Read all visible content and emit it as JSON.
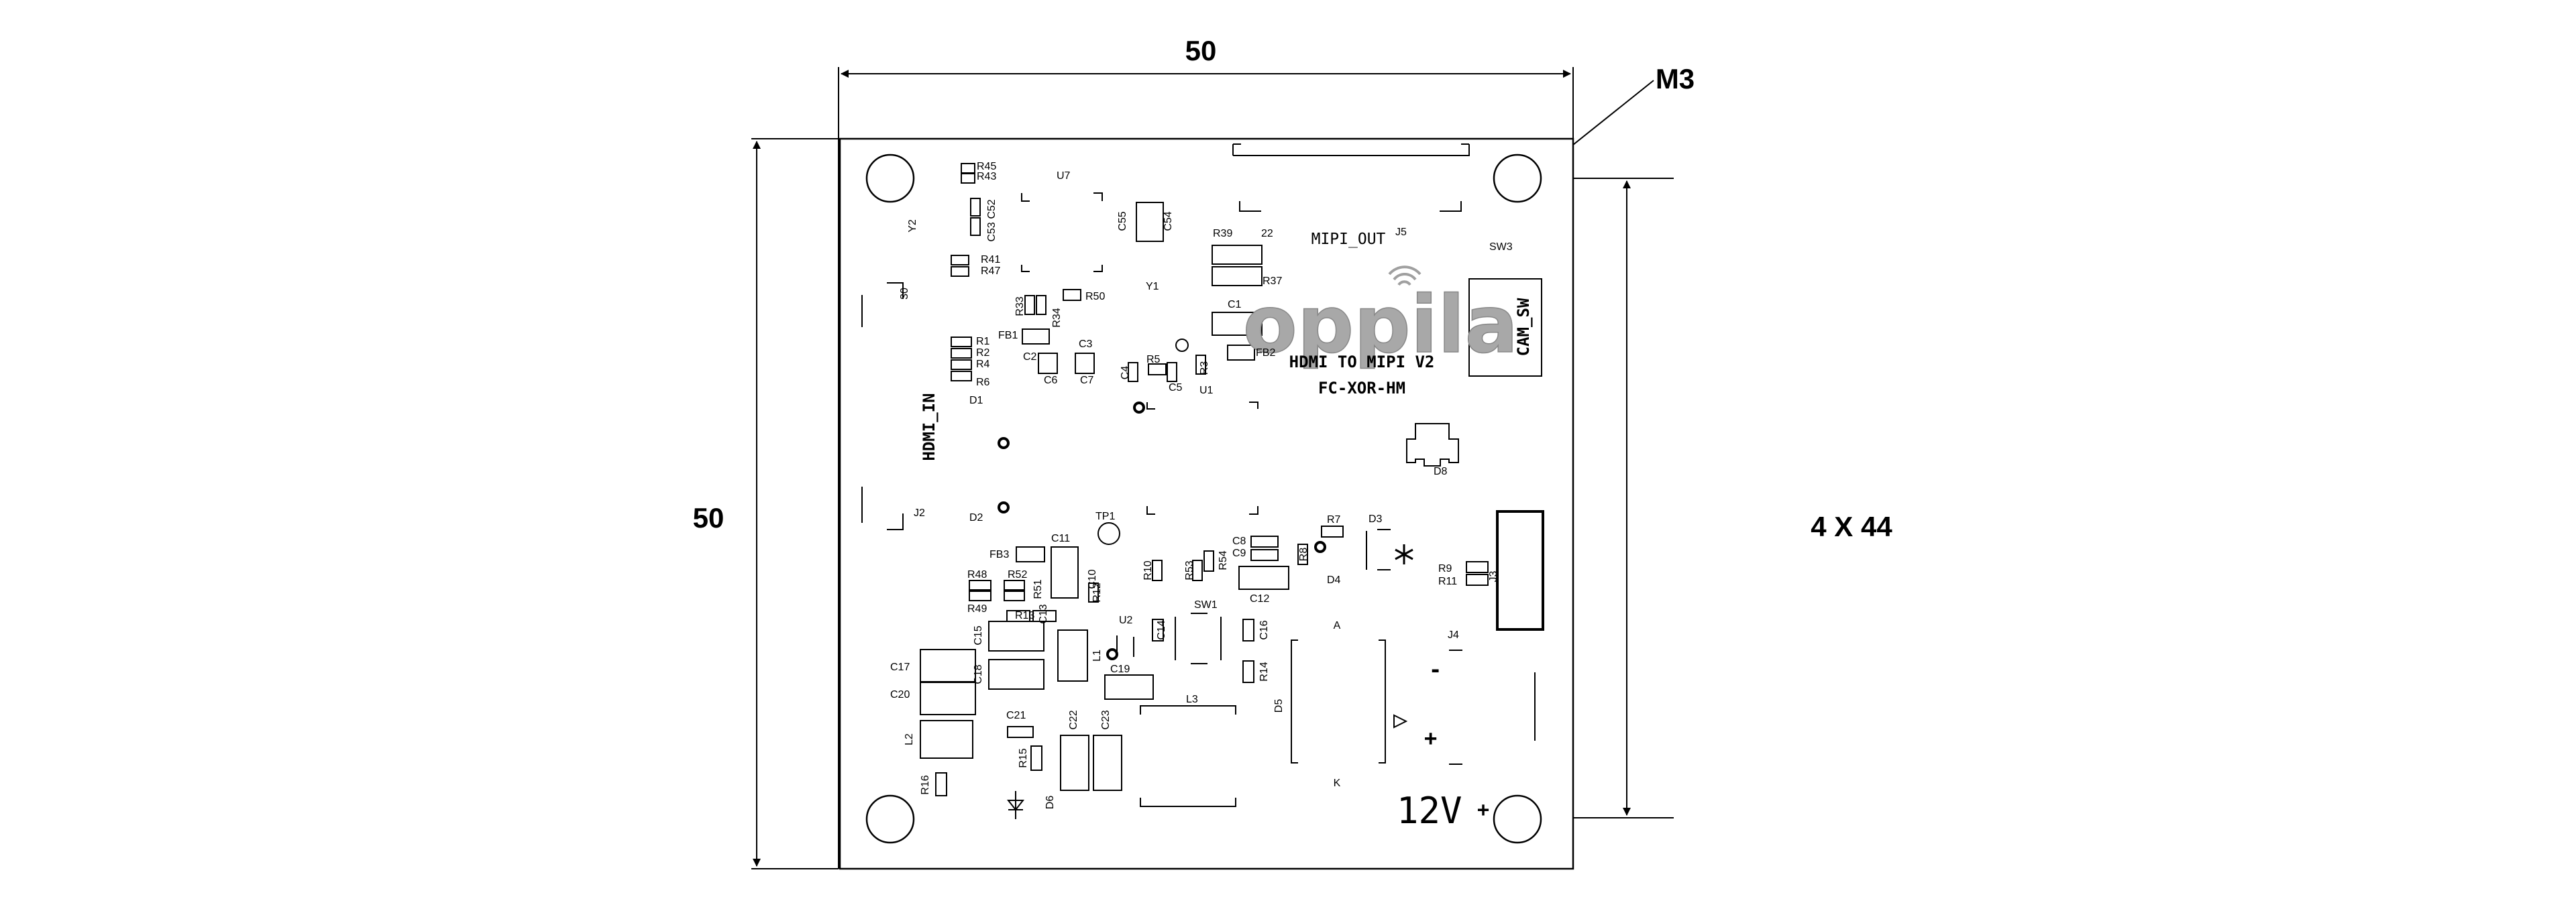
{
  "dimensions": {
    "width_label": "50",
    "height_label": "50",
    "hole_spacing_label": "4 X 44",
    "hole_size_label": "M3"
  },
  "board": {
    "logo_text": "oppila",
    "logo_tagline": "",
    "title_line1": "HDMI TO MIPI V2",
    "title_line2": "FC-XOR-HM",
    "mipi_label": "MIPI_OUT",
    "hdmi_label": "HDMI_IN",
    "cam_sw_label": "CAM_SW",
    "power_label": "12V",
    "power_polarity": "+",
    "j4_minus": "-",
    "j4_plus": "+",
    "diode_anode": "A",
    "diode_cathode": "K"
  },
  "refdes": [
    "R45",
    "R43",
    "U7",
    "Y2",
    "C52",
    "C53",
    "R41",
    "R47",
    "30",
    "C55",
    "C54",
    "R39",
    "22",
    "J5",
    "R37",
    "SW3",
    "C1",
    "R33",
    "R34",
    "R50",
    "FB1",
    "R1",
    "R2",
    "R4",
    "R6",
    "D1",
    "C2",
    "C3",
    "C6",
    "C7",
    "C4",
    "R5",
    "C5",
    "U1",
    "R3",
    "FB2",
    "Y1",
    "D8",
    "J2",
    "D2",
    "TP1",
    "FB3",
    "C11",
    "C10",
    "R48",
    "R52",
    "R51",
    "R49",
    "C13",
    "R12",
    "R13",
    "U2",
    "R10",
    "R53",
    "R54",
    "C8",
    "C9",
    "R8",
    "R7",
    "D3",
    "D4",
    "R9",
    "R11",
    "J3",
    "C12",
    "SW1",
    "C14",
    "C16",
    "R14",
    "L1",
    "C19",
    "C15",
    "C18",
    "C17",
    "C20",
    "L3",
    "J4",
    "D5",
    "C21",
    "C22",
    "C23",
    "L2",
    "R15",
    "D6",
    "R16"
  ]
}
